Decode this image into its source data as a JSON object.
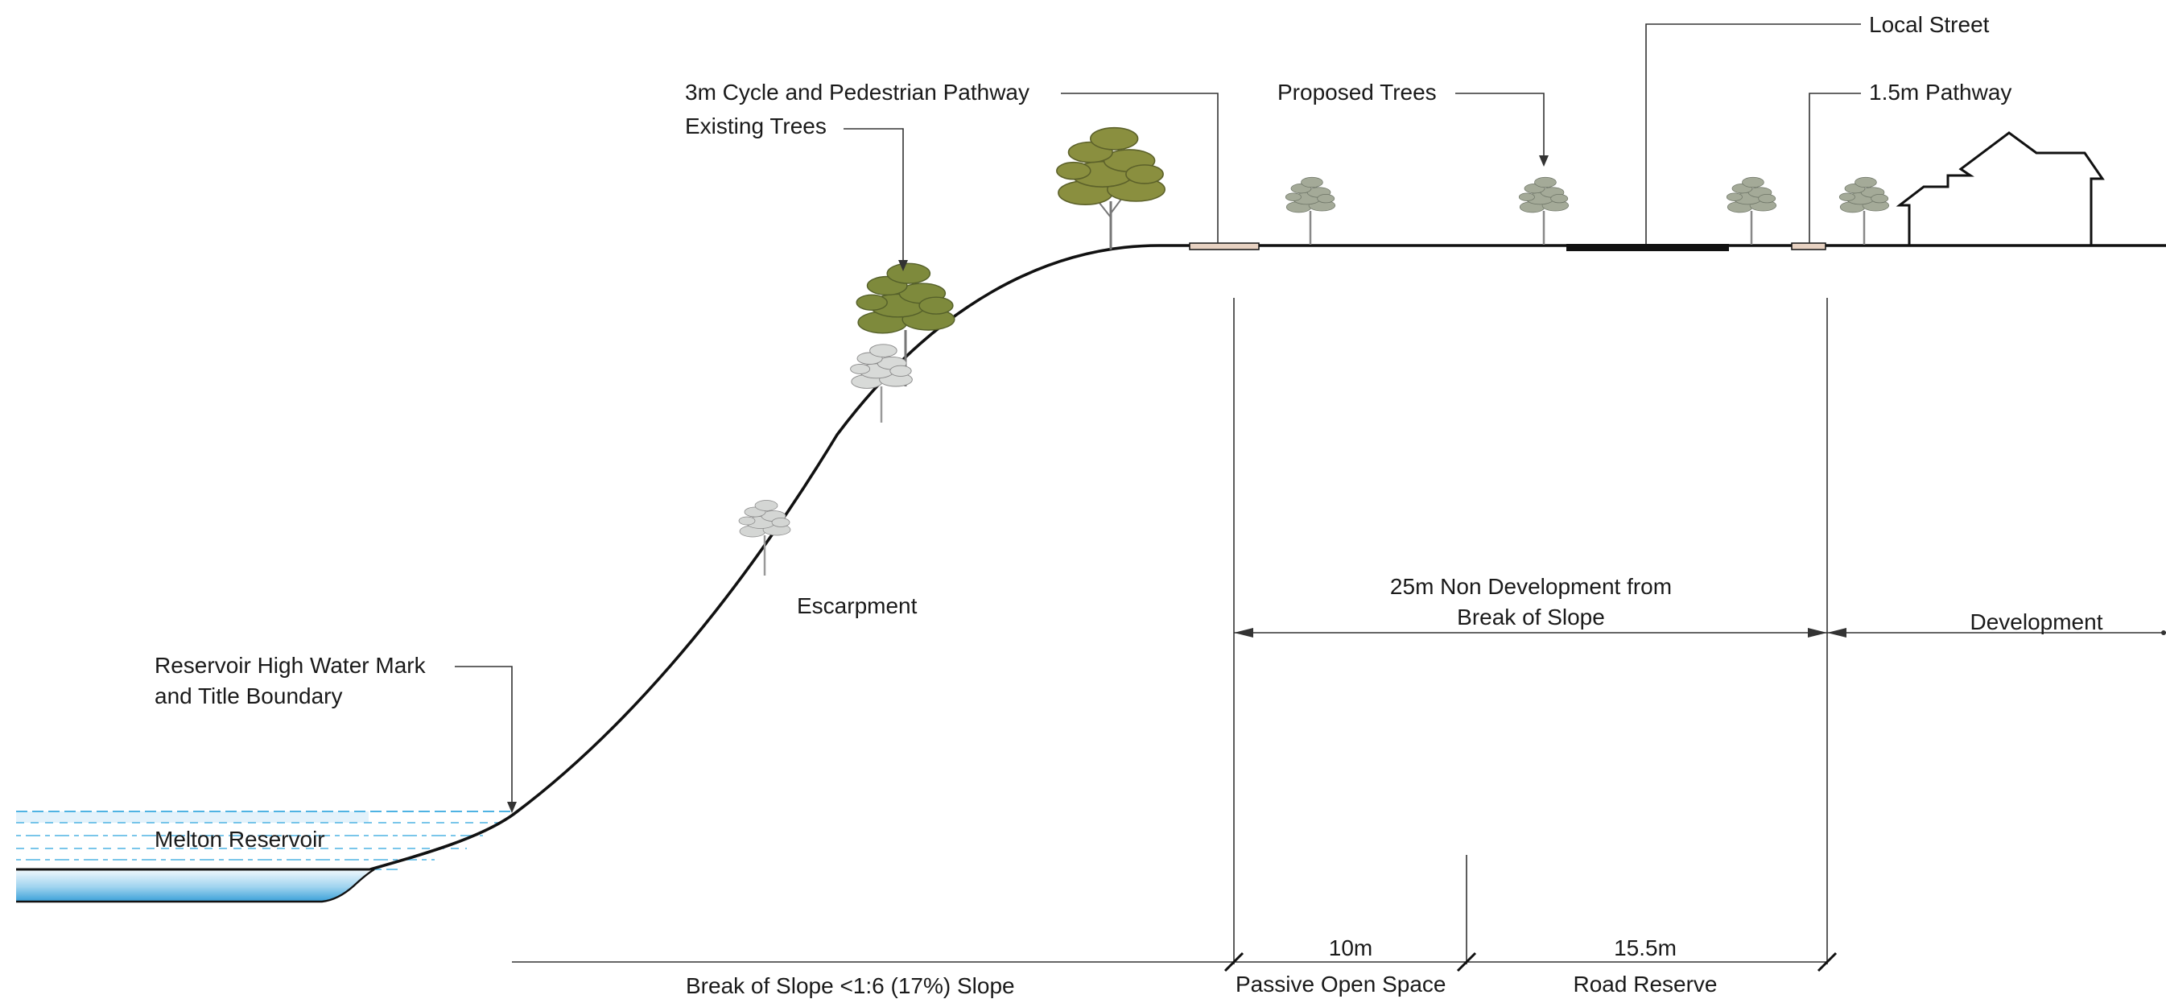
{
  "labels": {
    "local_street": "Local Street",
    "proposed_trees": "Proposed Trees",
    "pathway_1_5m": "1.5m Pathway",
    "cycle_pathway": "3m Cycle and Pedestrian Pathway",
    "existing_trees": "Existing Trees",
    "escarpment": "Escarpment",
    "high_water_line1": "Reservoir High Water Mark",
    "high_water_line2": "and Title Boundary",
    "reservoir": "Melton Reservoir",
    "non_dev_line1": "25m Non Development from",
    "non_dev_line2": "Break of Slope",
    "development": "Development",
    "dim_10m": "10m",
    "dim_15_5m": "15.5m",
    "break_of_slope": "Break of Slope <1:6 (17%) Slope",
    "passive_open_space": "Passive Open Space",
    "road_reserve": "Road Reserve"
  },
  "colors": {
    "water_light": "#e3f2fb",
    "water_dark": "#3aa0d8",
    "water_dash": "#4fb3e3",
    "tree_existing": "#7e8a3c",
    "tree_proposed": "#9ea898",
    "tree_grey": "#c8cac8",
    "path_fill": "#e8d2c2"
  }
}
